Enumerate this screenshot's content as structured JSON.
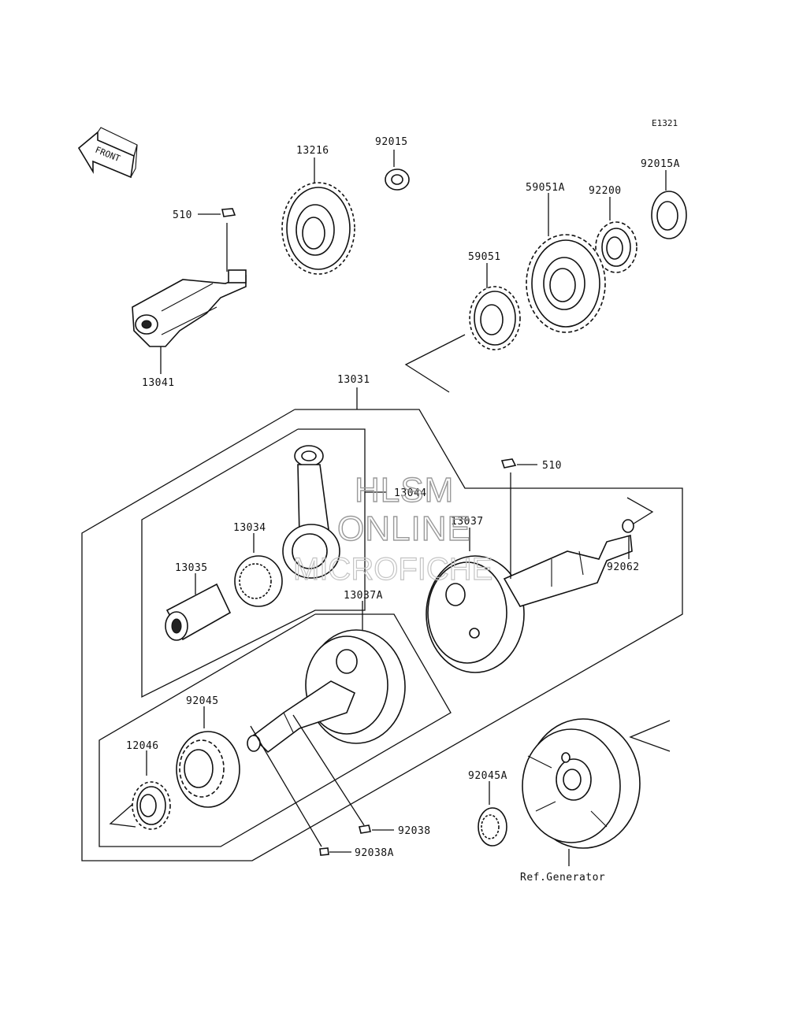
{
  "diagram_code": "E1321",
  "front_label": "FRONT",
  "watermark": {
    "line1": "HLSM",
    "line2": "ONLINE",
    "line3": "MICROFICHE"
  },
  "parts": {
    "p13216": "13216",
    "p92015": "92015",
    "p92015A": "92015A",
    "p92200": "92200",
    "p59051A": "59051A",
    "p59051": "59051",
    "p510_top": "510",
    "p13041": "13041",
    "p13031": "13031",
    "p510_right": "510",
    "p13044": "13044",
    "p13037": "13037",
    "p13034": "13034",
    "p13035": "13035",
    "p92062": "92062",
    "p13037A": "13037A",
    "p92045": "92045",
    "p12046": "12046",
    "p92045A": "92045A",
    "p92038": "92038",
    "p92038A": "92038A",
    "ref_generator": "Ref.Generator"
  }
}
